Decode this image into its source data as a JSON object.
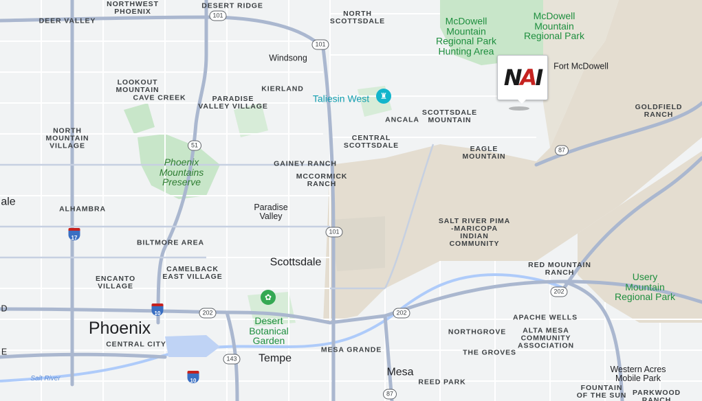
{
  "labels": {
    "northwest_phoenix": "NORTHWEST\nPHOENIX",
    "desert_ridge": "DESERT RIDGE",
    "north_scottsdale": "NORTH\nSCOTTSDALE",
    "deer_valley": "DEER VALLEY",
    "windsong": "Windsong",
    "lookout_mountain": "LOOKOUT\nMOUNTAIN",
    "cave_creek": "CAVE CREEK",
    "kierland": "KIERLAND",
    "paradise_valley_village": "PARADISE\nVALLEY VILLAGE",
    "taliesin_west": "Taliesin West",
    "ancala": "ANCALA",
    "scottsdale_mountain": "SCOTTSDALE\nMOUNTAIN",
    "goldfield_ranch": "GOLDFIELD\nRANCH",
    "north_mountain_village": "NORTH\nMOUNTAIN\nVILLAGE",
    "central_scottsdale": "CENTRAL\nSCOTTSDALE",
    "eagle_mountain": "EAGLE\nMOUNTAIN",
    "phoenix_mountains_preserve": "Phoenix\nMountains\nPreserve",
    "gainey_ranch": "GAINEY RANCH",
    "mccormick_ranch": "MCCORMICK\nRANCH",
    "ale_partial": "ale",
    "alhambra": "ALHAMBRA",
    "paradise_valley": "Paradise\nValley",
    "salt_river_pima": "SALT RIVER PIMA\n-MARICOPA\nINDIAN\nCOMMUNITY",
    "biltmore_area": "BILTMORE AREA",
    "scottsdale": "Scottsdale",
    "camelback_east_village": "CAMELBACK\nEAST VILLAGE",
    "encanto_village": "ENCANTO\nVILLAGE",
    "red_mountain_ranch": "RED MOUNTAIN\nRANCH",
    "usery_mountain_regional_park": "Usery\nMountain\nRegional Park",
    "desert_botanical_garden": "Desert\nBotanical\nGarden",
    "phoenix": "Phoenix",
    "central_city": "CENTRAL CITY",
    "apache_wells": "APACHE WELLS",
    "northgrove": "NORTHGROVE",
    "alta_mesa": "ALTA MESA\nCOMMUNITY\nASSOCIATION",
    "the_groves": "THE GROVES",
    "mesa_grande": "MESA GRANDE",
    "tempe": "Tempe",
    "salt_river": "Salt River",
    "mesa": "Mesa",
    "reed_park": "REED PARK",
    "western_acres": "Western Acres\nMobile Park",
    "fountain_of_the_sun": "FOUNTAIN\nOF THE SUN",
    "parkwood_ranch": "PARKWOOD\nRANCH",
    "mcdowell_hunting": "McDowell\nMountain\nRegional Park\nHunting Area",
    "mcdowell_regional": "McDowell\nMountain\nRegional Park",
    "fort_mcdowell": "Fort McDowell",
    "edge_e": "E",
    "edge_d": "D"
  },
  "shields": {
    "r101_top": "101",
    "r101_n": "101",
    "r51": "51",
    "r101_mid": "101",
    "r87_ne": "87",
    "r202_e": "202",
    "r202_mid": "202",
    "r202_w": "202",
    "r143": "143",
    "r87_s": "87",
    "i17": "17",
    "i10_n": "10",
    "i10_s": "10"
  },
  "marker": {
    "logo_n": "N",
    "logo_a": "A",
    "logo_i": "I"
  },
  "colors": {
    "land": "#f1f3f4",
    "park": "#c8e6c9",
    "reservation": "#e4ddd0",
    "highway": "#aab7cf",
    "river": "#aecbfa",
    "accent_red": "#c5221f"
  }
}
